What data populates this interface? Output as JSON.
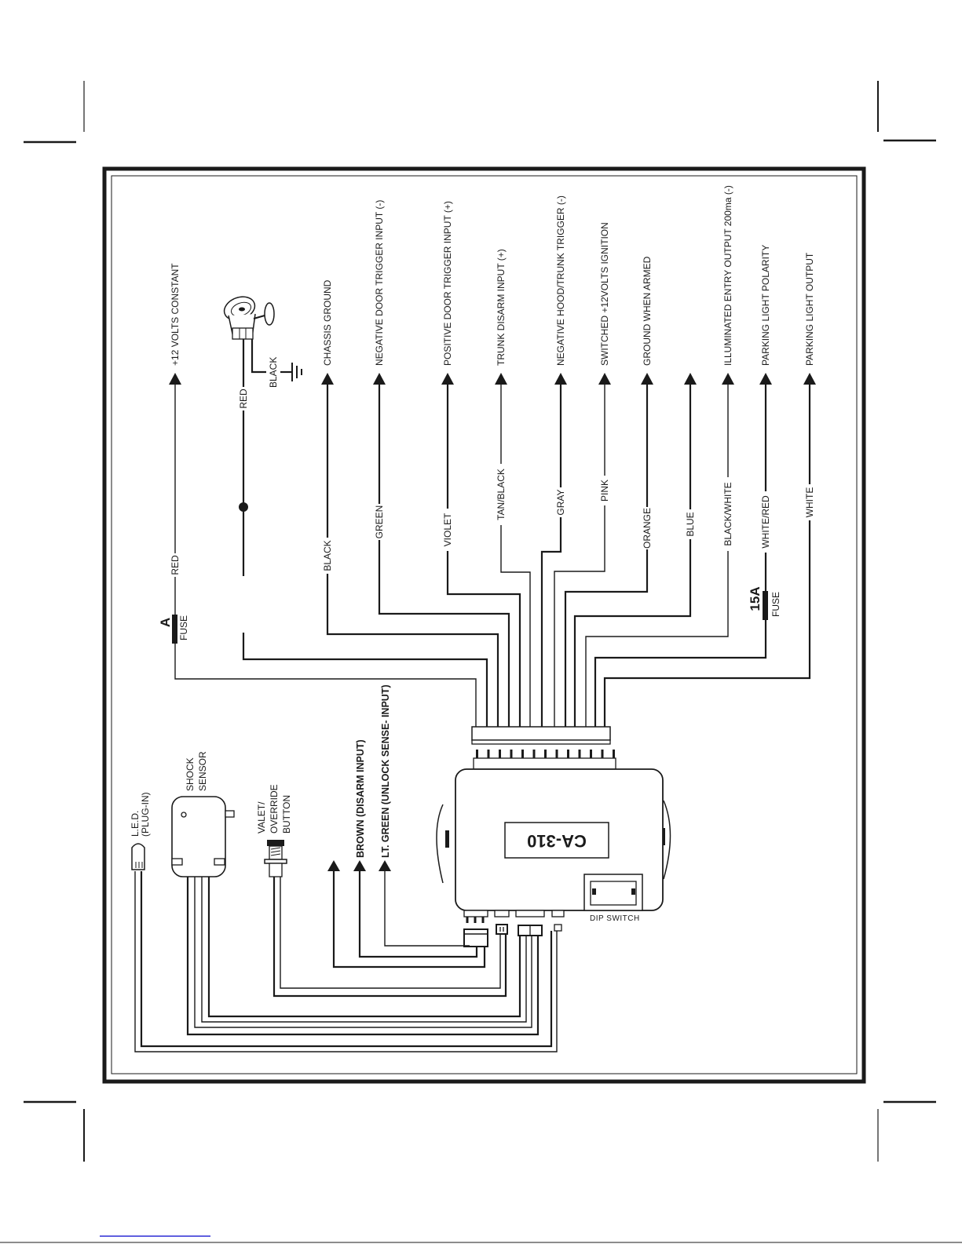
{
  "diagram": {
    "title_model": "CA-310",
    "colors": {
      "ink": "#1a1a1a",
      "paper": "#ffffff",
      "link": "#0000cc"
    },
    "outputs": [
      {
        "id": "red",
        "wire": "RED",
        "function": "+12 VOLTS CONSTANT",
        "fuse": "A",
        "fuse_label": "FUSE"
      },
      {
        "id": "siren",
        "wire": "RED",
        "function": "",
        "ground_wire": "BLACK"
      },
      {
        "id": "black",
        "wire": "BLACK",
        "function": "CHASSIS GROUND"
      },
      {
        "id": "green",
        "wire": "GREEN",
        "function": "NEGATIVE DOOR TRIGGER INPUT (-)"
      },
      {
        "id": "violet",
        "wire": "VIOLET",
        "function": "POSITIVE DOOR TRIGGER INPUT (+)"
      },
      {
        "id": "tanblack",
        "wire": "TAN/BLACK",
        "function": "TRUNK DISARM INPUT (+)"
      },
      {
        "id": "gray",
        "wire": "GRAY",
        "function": "NEGATIVE HOOD/TRUNK TRIGGER (-)"
      },
      {
        "id": "pink",
        "wire": "PINK",
        "function": "SWITCHED +12VOLTS IGNITION"
      },
      {
        "id": "orange",
        "wire": "ORANGE",
        "function": "GROUND WHEN ARMED"
      },
      {
        "id": "blue",
        "wire": "BLUE",
        "function": ""
      },
      {
        "id": "blackwhite",
        "wire": "BLACK/WHITE",
        "function": "ILLUMINATED ENTRY OUTPUT 200ma (-)"
      },
      {
        "id": "whitered",
        "wire": "WHITE/RED",
        "function": "PARKING LIGHT POLARITY",
        "fuse": "15A",
        "fuse_label": "FUSE"
      },
      {
        "id": "white",
        "wire": "WHITE",
        "function": "PARKING LIGHT OUTPUT"
      }
    ],
    "components": {
      "led": {
        "label_line1": "L.E.D.",
        "label_line2": "(PLUG-IN)"
      },
      "shock_sensor": {
        "label_line1": "SHOCK",
        "label_line2": "SENSOR"
      },
      "valet_button": {
        "label_line1": "VALET/",
        "label_line2": "OVERRIDE",
        "label_line3": "BUTTON"
      },
      "dip_switch": {
        "label": "DIP SWITCH"
      }
    },
    "inputs": [
      {
        "id": "brown",
        "label": "BROWN (DISARM INPUT)"
      },
      {
        "id": "ltgreen",
        "label": "LT. GREEN (UNLOCK SENSE- INPUT)"
      }
    ]
  }
}
